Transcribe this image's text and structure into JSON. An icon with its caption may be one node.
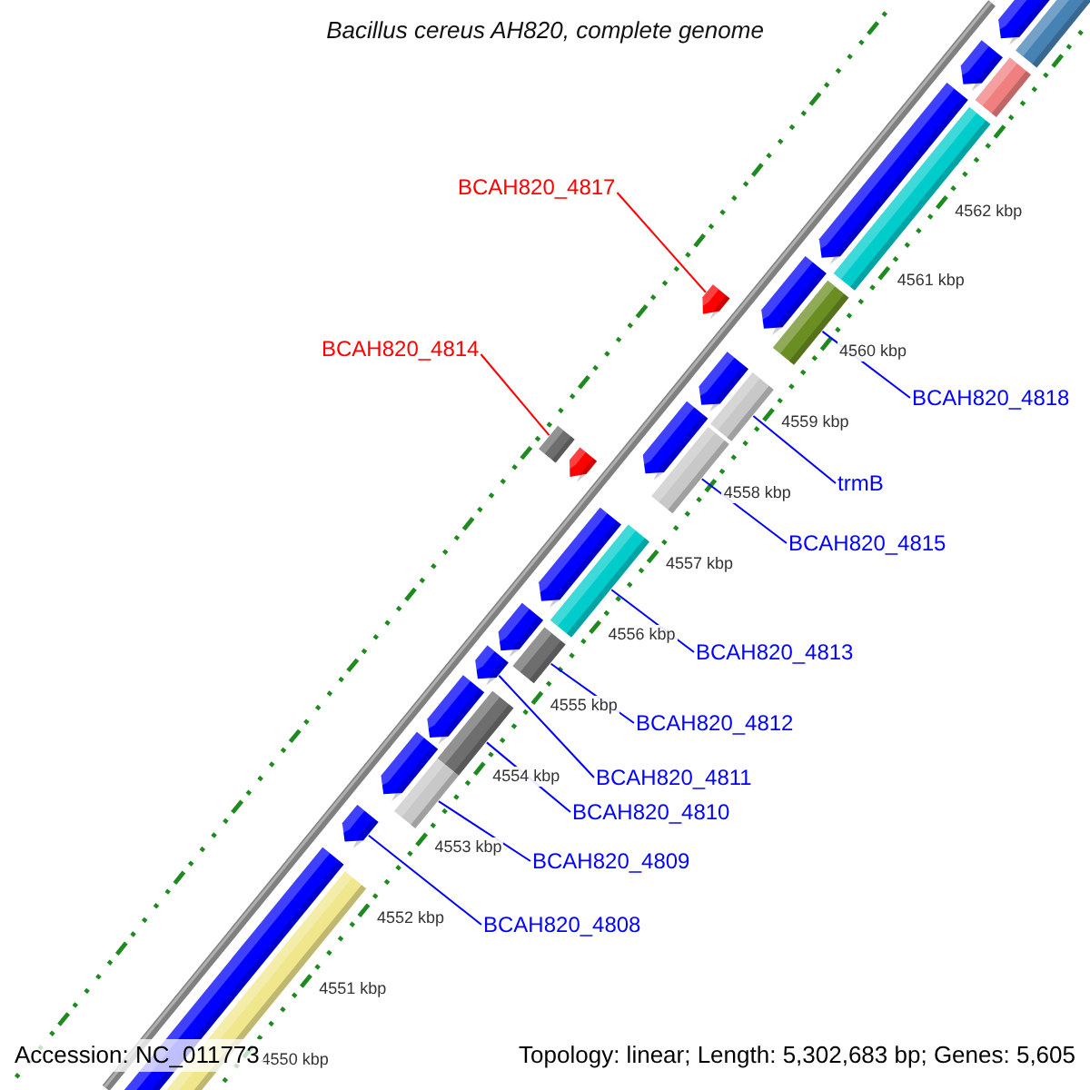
{
  "diagram": {
    "title": "Bacillus cereus AH820, complete genome",
    "nodes": [
      {
        "text": [
          "BCAH820_4817"
        ]
      },
      {
        "text": [
          "BCAH820_4814"
        ]
      },
      {
        "text": [
          "BCAH820_4818"
        ]
      },
      {
        "text": [
          "trmB"
        ]
      },
      {
        "text": [
          "BCAH820_4815"
        ]
      },
      {
        "text": [
          "BCAH820_4813"
        ]
      },
      {
        "text": [
          "BCAH820_4812"
        ]
      },
      {
        "text": [
          "BCAH820_4811"
        ]
      },
      {
        "text": [
          "BCAH820_4810"
        ]
      },
      {
        "text": [
          "BCAH820_4809"
        ]
      },
      {
        "text": [
          "BCAH820_4808"
        ]
      },
      {
        "text": [],
        "shape": "pentagon"
      },
      {
        "text": [],
        "shape": "box"
      },
      {
        "text": [],
        "shape": "box"
      },
      {
        "text": [],
        "shape": "box"
      },
      {
        "text": [],
        "shape": "box"
      },
      {
        "text": [],
        "shape": "box"
      },
      {
        "text": [],
        "shape": "box"
      },
      {
        "text": [],
        "shape": "pentagon"
      },
      {
        "text": [],
        "shape": "box"
      },
      {
        "text": [],
        "shape": "box"
      },
      {
        "text": [],
        "shape": "pentagon"
      },
      {
        "text": [],
        "shape": "pentagon"
      },
      {
        "text": [],
        "shape": "box"
      },
      {
        "text": [],
        "shape": "pentagon"
      },
      {
        "text": [],
        "shape": "box"
      },
      {
        "text": [],
        "shape": "pentagon"
      },
      {
        "text": [],
        "shape": "box"
      },
      {
        "text": [],
        "shape": "pentagon"
      },
      {
        "text": [],
        "shape": "pentagon"
      },
      {
        "text": [],
        "shape": "pentagon"
      },
      {
        "text": [],
        "shape": "pentagon"
      },
      {
        "text": [],
        "shape": "pentagon"
      },
      {
        "text": [],
        "shape": "pentagon"
      },
      {
        "text": [],
        "shape": "pentagon"
      },
      {
        "text": [],
        "shape": "pentagon"
      },
      {
        "text": [],
        "shape": "pentagon"
      },
      {
        "text": [],
        "shape": "box"
      }
    ],
    "edges": [
      {
        "from": 0,
        "to": 11,
        "arrow": "none",
        "color": "#ff0000"
      },
      {
        "from": 1,
        "to": 14,
        "arrow": "none",
        "color": "#ff0000"
      },
      {
        "from": 2,
        "to": 12,
        "arrow": "none"
      },
      {
        "from": 3,
        "to": 13,
        "arrow": "none"
      },
      {
        "from": 4,
        "to": 15,
        "arrow": "none"
      },
      {
        "from": 5,
        "to": 16,
        "arrow": "none"
      },
      {
        "from": 6,
        "to": 17,
        "arrow": "none"
      },
      {
        "from": 7,
        "to": 18,
        "arrow": "none"
      },
      {
        "from": 8,
        "to": 19,
        "arrow": "none"
      },
      {
        "from": 9,
        "to": 20,
        "arrow": "none"
      },
      {
        "from": 10,
        "to": 21,
        "arrow": "none"
      }
    ],
    "labels": [
      "4562 kbp",
      "4561 kbp",
      "4560 kbp",
      "4559 kbp",
      "4558 kbp",
      "4557 kbp",
      "4556 kbp",
      "4555 kbp",
      "4554 kbp",
      "4553 kbp",
      "4552 kbp",
      "4551 kbp",
      "4550 kbp",
      "Accession: NC_011773",
      "Topology: linear; Length: 5,302,683 bp; Genes: 5,605"
    ]
  }
}
